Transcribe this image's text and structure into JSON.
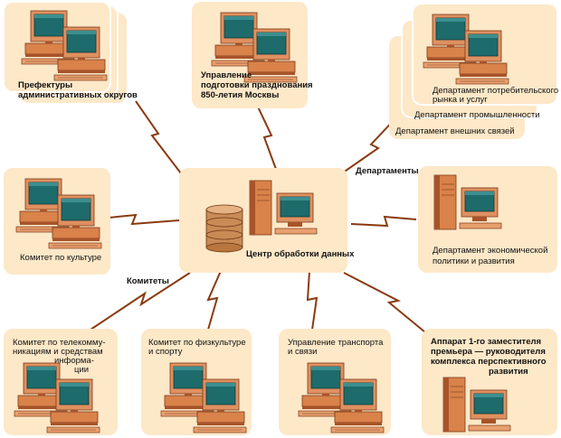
{
  "center": {
    "label": "Центр обработки данных"
  },
  "group_labels": {
    "departments": "Департаменты",
    "committees": "Комитеты"
  },
  "nodes": {
    "prefectures": [
      "Префектуры",
      "административных округов"
    ],
    "moscow850": [
      "Управление",
      "подготовки празднования",
      "850-летия Москвы"
    ],
    "dept_consumer": [
      "Департамент потребительского",
      "рынка и услуг"
    ],
    "dept_industry": [
      "Департамент промышленности"
    ],
    "dept_external": [
      "Департамент внешних связей"
    ],
    "culture": [
      "Комитет по культуре"
    ],
    "dept_economy": [
      "Департамент экономической",
      "политики и развития"
    ],
    "telecom": [
      "Комитет по телекомму-",
      "никациям и средствам",
      "информа-",
      "ции"
    ],
    "sport": [
      "Комитет по физкультуре",
      "и спорту"
    ],
    "transport": [
      "Управление транспорта",
      "и связи"
    ],
    "vicemayor": [
      "Аппарат 1-го заместителя",
      "премьера — руководителя",
      "комплекса перспективного",
      "развития"
    ]
  },
  "colors": {
    "card": "#fde8c8",
    "computer_body": "#d9824a",
    "computer_dark": "#a8532a",
    "screen": "#1d6b6b",
    "bolt": "#8a3a10",
    "database": "#c98a55"
  }
}
